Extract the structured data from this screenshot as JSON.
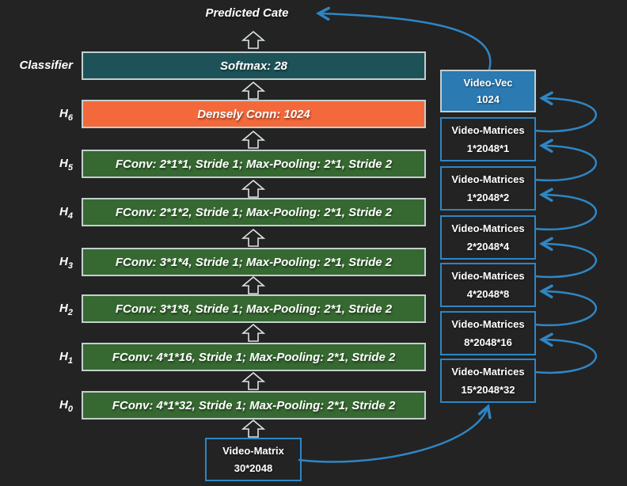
{
  "title": "Predicted Cate",
  "layers": [
    {
      "label": "Classifier",
      "sub": "",
      "text": "Softmax: 28"
    },
    {
      "label": "H",
      "sub": "6",
      "text": "Densely Conn: 1024"
    },
    {
      "label": "H",
      "sub": "5",
      "text": "FConv: 2*1*1, Stride 1; Max-Pooling: 2*1, Stride 2"
    },
    {
      "label": "H",
      "sub": "4",
      "text": "FConv: 2*1*2, Stride 1; Max-Pooling: 2*1, Stride 2"
    },
    {
      "label": "H",
      "sub": "3",
      "text": "FConv: 3*1*4, Stride 1; Max-Pooling: 2*1, Stride 2"
    },
    {
      "label": "H",
      "sub": "2",
      "text": "FConv: 3*1*8, Stride 1; Max-Pooling: 2*1, Stride 2"
    },
    {
      "label": "H",
      "sub": "1",
      "text": "FConv: 4*1*16, Stride 1; Max-Pooling: 2*1, Stride 2"
    },
    {
      "label": "H",
      "sub": "0",
      "text": "FConv: 4*1*32, Stride 1; Max-Pooling: 2*1, Stride 2"
    }
  ],
  "right_boxes": [
    {
      "title": "Video-Vec",
      "value": "1024"
    },
    {
      "title": "Video-Matrices",
      "value": "1*2048*1"
    },
    {
      "title": "Video-Matrices",
      "value": "1*2048*2"
    },
    {
      "title": "Video-Matrices",
      "value": "2*2048*4"
    },
    {
      "title": "Video-Matrices",
      "value": "4*2048*8"
    },
    {
      "title": "Video-Matrices",
      "value": "8*2048*16"
    },
    {
      "title": "Video-Matrices",
      "value": "15*2048*32"
    }
  ],
  "input_box": {
    "title": "Video-Matrix",
    "value": "30*2048"
  },
  "colors": {
    "background": "#232323",
    "teal": "#1d5358",
    "orange": "#f4693c",
    "green": "#366831",
    "blue_fill": "#2b7ab2",
    "blue_line": "#2e86c4",
    "bar_border": "#c3cfcf",
    "text": "#ffffff"
  }
}
